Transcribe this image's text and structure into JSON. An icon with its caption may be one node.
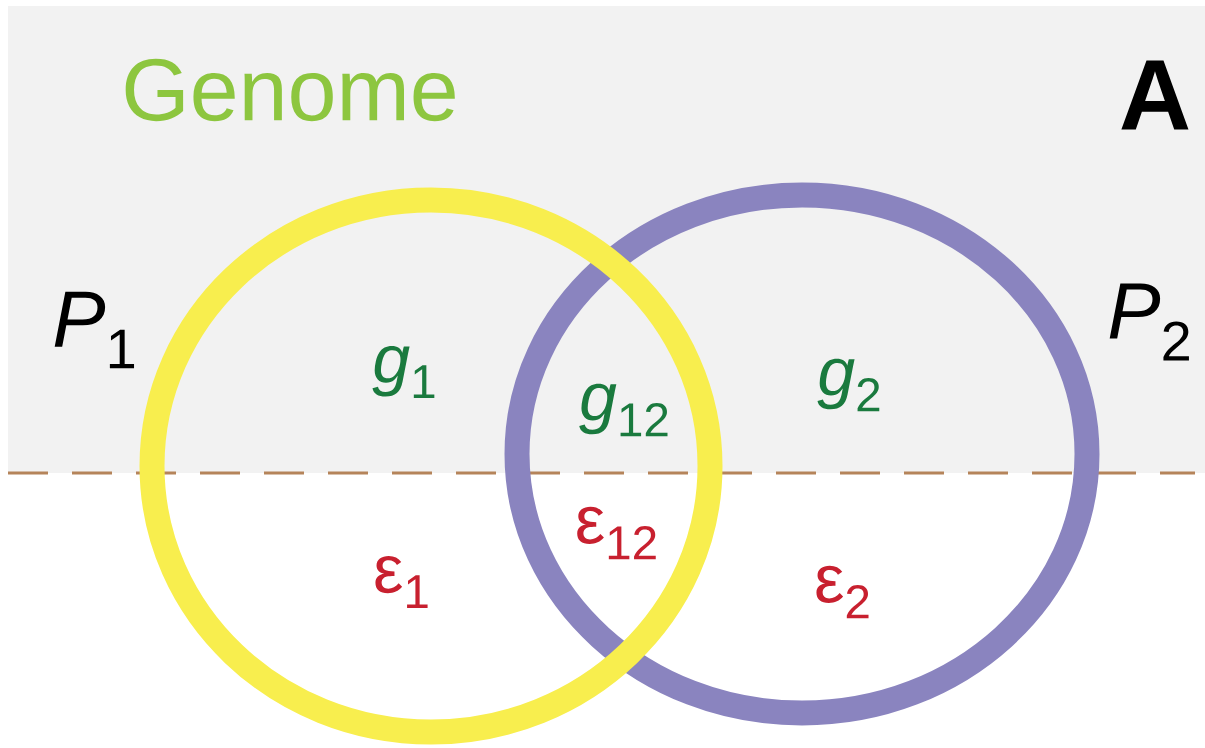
{
  "diagram": {
    "nodes": [
      {
        "text": [],
        "shape": "circle",
        "beside": [
          "*P*$_{1}$"
        ]
      },
      {
        "text": [],
        "shape": "circle",
        "beside": [
          "*P*$_{2}$"
        ]
      }
    ],
    "labels": [
      "Genome",
      "A",
      "*g*$_{1}$",
      "*g*$_{12}$",
      "*g*$_{2}$",
      "ε$_{1}$",
      "ε$_{12}$",
      "ε$_{2}$"
    ]
  }
}
